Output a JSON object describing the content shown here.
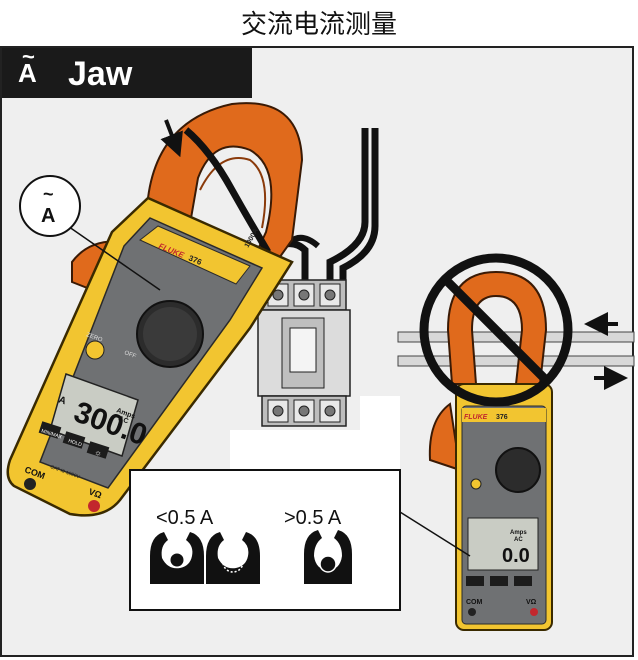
{
  "title": "交流电流测量",
  "section": {
    "label": "Jaw",
    "icon": "ac-current-symbol",
    "icon_letter": "A",
    "icon_tilde": "~"
  },
  "meter_main": {
    "brand": "FLUKE",
    "model": "376",
    "model_desc": "TRUE RMS CLAMP METER",
    "reading": "300.0",
    "unit_top": "Amps",
    "unit_bottom": "AC",
    "range_prefix": "A",
    "zero_label": "ZERO",
    "off_label": "OFF",
    "btn_minmax": "MIN/MAX",
    "btn_hold": "HOLD",
    "btn_light": "☼",
    "com_label": "COM",
    "v_label": "VΩ",
    "jaw_rating": "1000A",
    "cat_label": "CAT III 1000V"
  },
  "meter_small": {
    "brand": "FLUKE",
    "model": "376",
    "reading": "0.0",
    "unit_top": "Amps",
    "unit_bottom": "AC",
    "com_label": "COM",
    "v_label": "VΩ"
  },
  "callout": {
    "icon": "ac-current-symbol",
    "icon_letter": "A",
    "icon_tilde": "~"
  },
  "inset": {
    "left_label": "<0.5 A",
    "right_label": ">0.5 A"
  },
  "colors": {
    "frame_bg": "#efefef",
    "meter_yellow": "#f2c530",
    "meter_gray": "#6f7173",
    "jaw_orange": "#e06a1c",
    "dark": "#1a1a1a"
  }
}
